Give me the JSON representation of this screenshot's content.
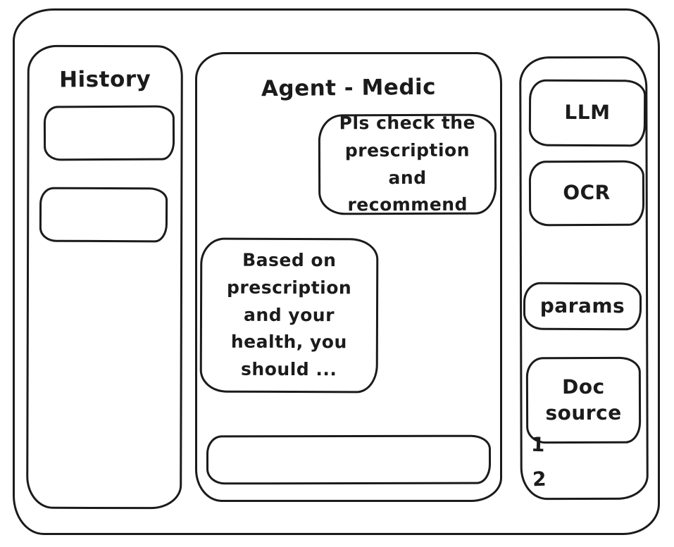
{
  "colors": {
    "ink": "#1b1b1b",
    "background": "#ffffff"
  },
  "sidebar_left": {
    "title": "History",
    "items": [
      {
        "label": ""
      },
      {
        "label": ""
      }
    ]
  },
  "chat": {
    "title": "Agent - Medic",
    "messages": [
      {
        "role": "user",
        "align": "right",
        "text": "Pls check the prescription and recommend"
      },
      {
        "role": "assistant",
        "align": "left",
        "text": "Based on prescription and your health, you should ..."
      }
    ],
    "input": {
      "value": "",
      "placeholder": ""
    }
  },
  "sidebar_right": {
    "buttons": [
      {
        "label": "LLM"
      },
      {
        "label": "OCR"
      },
      {
        "label": "params"
      },
      {
        "label": "Doc source"
      }
    ],
    "doc_list": [
      "1",
      "2"
    ]
  }
}
